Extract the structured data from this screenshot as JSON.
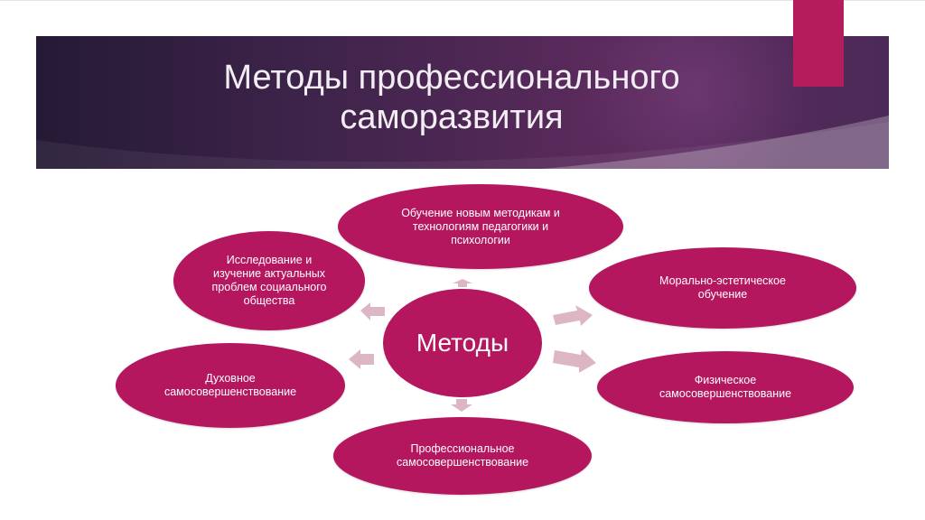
{
  "slide": {
    "title_line1": "Методы профессионального",
    "title_line2": "саморазвития"
  },
  "diagram": {
    "center": "Методы",
    "nodes": [
      {
        "id": "top",
        "label": "Обучение новым методикам и технологиям педагогики и психологии"
      },
      {
        "id": "upper-left",
        "label": "Исследование и изучение актуальных проблем социального общества"
      },
      {
        "id": "upper-right",
        "label": "Морально-эстетическое обучение"
      },
      {
        "id": "lower-left",
        "label": "Духовное самосовершенствование"
      },
      {
        "id": "lower-right",
        "label": "Физическое самосовершенствование"
      },
      {
        "id": "bottom",
        "label": "Профессиональное самосовершенствование"
      }
    ]
  },
  "colors": {
    "node_fill": "#b5175f",
    "arrow_fill": "#ddb6c6",
    "banner_dark": "#251a35",
    "banner_light": "#5a2a5c",
    "accent": "#b41c5c"
  }
}
